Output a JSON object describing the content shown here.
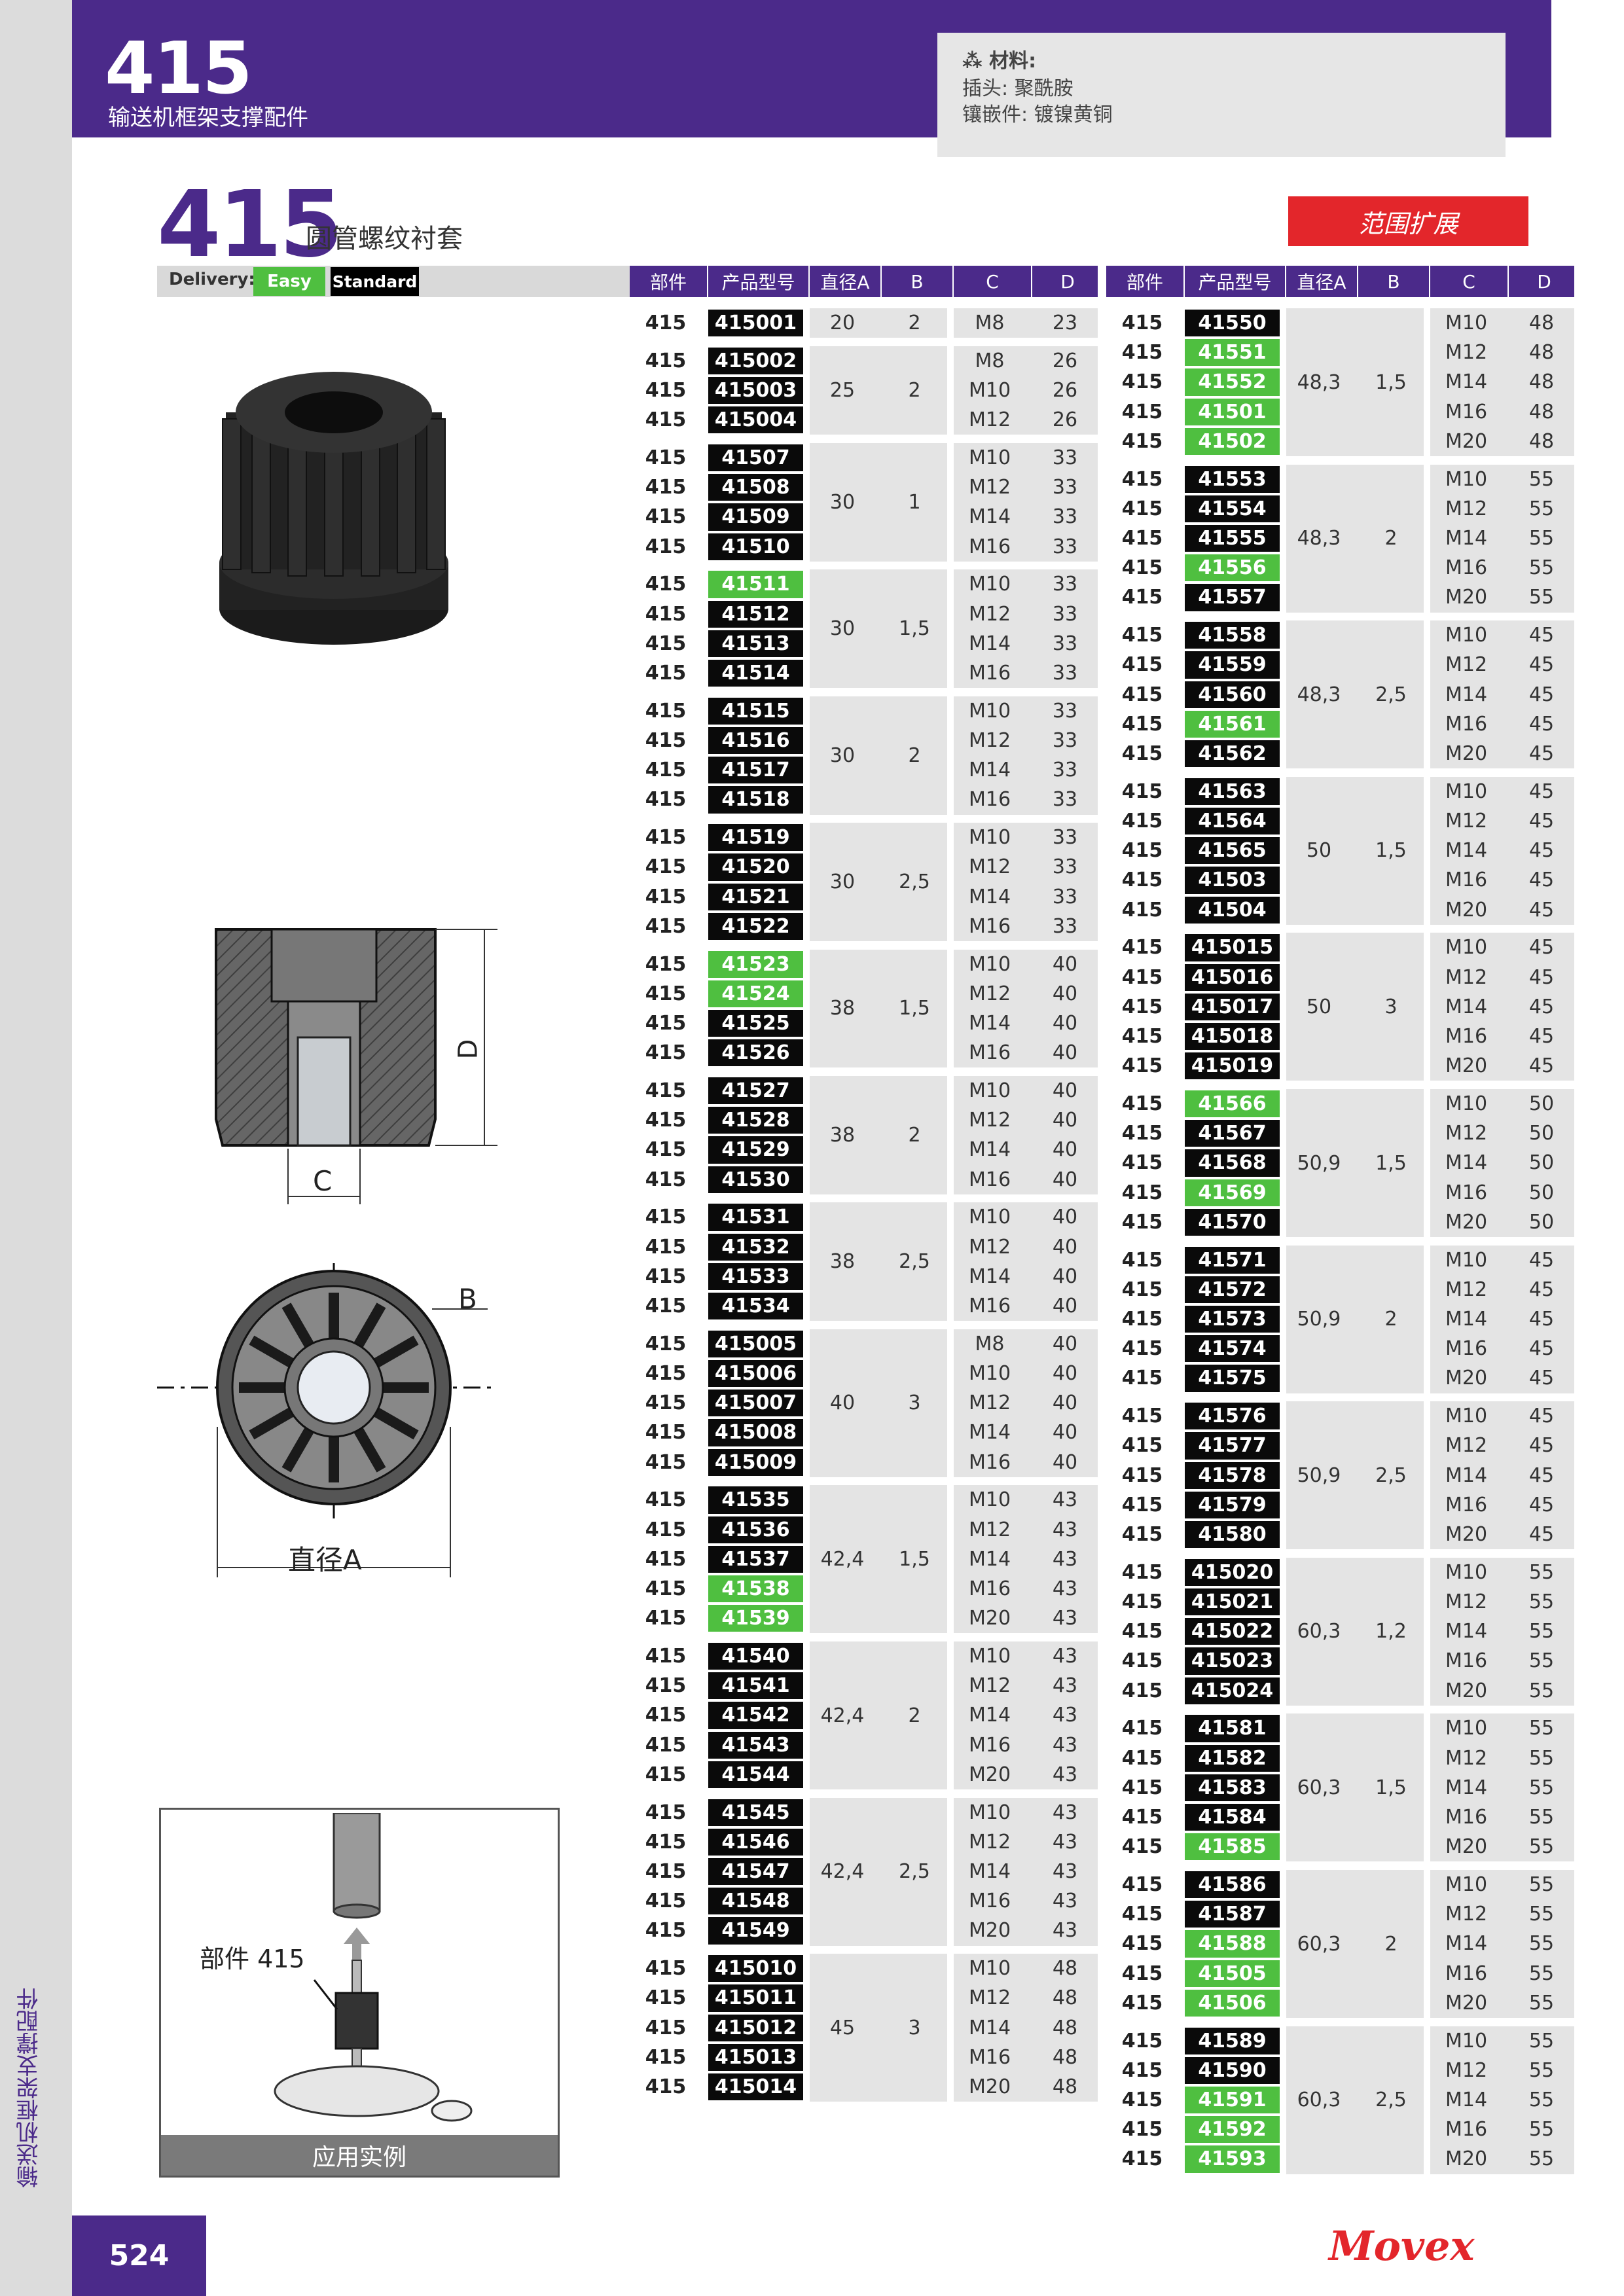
{
  "header": {
    "number": "415",
    "subtitle": "输送机框架支撑配件",
    "material_title": "材料:",
    "material_line1": "插头: 聚酰胺",
    "material_line2": "镶嵌件: 镀镍黄铜"
  },
  "product": {
    "number": "415",
    "name": "圆管螺纹衬套",
    "range_badge": "范围扩展"
  },
  "delivery": {
    "label": "Delivery:",
    "easy": "Easy",
    "standard": "Standard"
  },
  "table_headers": [
    "部件",
    "产品型号",
    "直径A",
    "B",
    "C",
    "D"
  ],
  "drawing_labels": {
    "c": "C",
    "d": "D",
    "b": "B",
    "diameter": "直径A",
    "application_part": "部件 415",
    "application_caption": "应用实例"
  },
  "side_label": "输送机框架支撑配件",
  "page_number": "524",
  "brand": "Movex",
  "colors": {
    "purple": "#4b2a8a",
    "red": "#e3262b",
    "green": "#4fbf40",
    "black": "#0a0a0a"
  },
  "left_table": [
    {
      "a": "20",
      "b": "2",
      "rows": [
        {
          "part": "415",
          "code": "415001",
          "color": "black",
          "c": "M8",
          "d": "23"
        }
      ]
    },
    {
      "a": "25",
      "b": "2",
      "rows": [
        {
          "part": "415",
          "code": "415002",
          "color": "black",
          "c": "M8",
          "d": "26"
        },
        {
          "part": "415",
          "code": "415003",
          "color": "black",
          "c": "M10",
          "d": "26"
        },
        {
          "part": "415",
          "code": "415004",
          "color": "black",
          "c": "M12",
          "d": "26"
        }
      ]
    },
    {
      "a": "30",
      "b": "1",
      "rows": [
        {
          "part": "415",
          "code": "41507",
          "color": "black",
          "c": "M10",
          "d": "33"
        },
        {
          "part": "415",
          "code": "41508",
          "color": "black",
          "c": "M12",
          "d": "33"
        },
        {
          "part": "415",
          "code": "41509",
          "color": "black",
          "c": "M14",
          "d": "33"
        },
        {
          "part": "415",
          "code": "41510",
          "color": "black",
          "c": "M16",
          "d": "33"
        }
      ]
    },
    {
      "a": "30",
      "b": "1,5",
      "rows": [
        {
          "part": "415",
          "code": "41511",
          "color": "green",
          "c": "M10",
          "d": "33"
        },
        {
          "part": "415",
          "code": "41512",
          "color": "black",
          "c": "M12",
          "d": "33"
        },
        {
          "part": "415",
          "code": "41513",
          "color": "black",
          "c": "M14",
          "d": "33"
        },
        {
          "part": "415",
          "code": "41514",
          "color": "black",
          "c": "M16",
          "d": "33"
        }
      ]
    },
    {
      "a": "30",
      "b": "2",
      "rows": [
        {
          "part": "415",
          "code": "41515",
          "color": "black",
          "c": "M10",
          "d": "33"
        },
        {
          "part": "415",
          "code": "41516",
          "color": "black",
          "c": "M12",
          "d": "33"
        },
        {
          "part": "415",
          "code": "41517",
          "color": "black",
          "c": "M14",
          "d": "33"
        },
        {
          "part": "415",
          "code": "41518",
          "color": "black",
          "c": "M16",
          "d": "33"
        }
      ]
    },
    {
      "a": "30",
      "b": "2,5",
      "rows": [
        {
          "part": "415",
          "code": "41519",
          "color": "black",
          "c": "M10",
          "d": "33"
        },
        {
          "part": "415",
          "code": "41520",
          "color": "black",
          "c": "M12",
          "d": "33"
        },
        {
          "part": "415",
          "code": "41521",
          "color": "black",
          "c": "M14",
          "d": "33"
        },
        {
          "part": "415",
          "code": "41522",
          "color": "black",
          "c": "M16",
          "d": "33"
        }
      ]
    },
    {
      "a": "38",
      "b": "1,5",
      "rows": [
        {
          "part": "415",
          "code": "41523",
          "color": "green",
          "c": "M10",
          "d": "40"
        },
        {
          "part": "415",
          "code": "41524",
          "color": "green",
          "c": "M12",
          "d": "40"
        },
        {
          "part": "415",
          "code": "41525",
          "color": "black",
          "c": "M14",
          "d": "40"
        },
        {
          "part": "415",
          "code": "41526",
          "color": "black",
          "c": "M16",
          "d": "40"
        }
      ]
    },
    {
      "a": "38",
      "b": "2",
      "rows": [
        {
          "part": "415",
          "code": "41527",
          "color": "black",
          "c": "M10",
          "d": "40"
        },
        {
          "part": "415",
          "code": "41528",
          "color": "black",
          "c": "M12",
          "d": "40"
        },
        {
          "part": "415",
          "code": "41529",
          "color": "black",
          "c": "M14",
          "d": "40"
        },
        {
          "part": "415",
          "code": "41530",
          "color": "black",
          "c": "M16",
          "d": "40"
        }
      ]
    },
    {
      "a": "38",
      "b": "2,5",
      "rows": [
        {
          "part": "415",
          "code": "41531",
          "color": "black",
          "c": "M10",
          "d": "40"
        },
        {
          "part": "415",
          "code": "41532",
          "color": "black",
          "c": "M12",
          "d": "40"
        },
        {
          "part": "415",
          "code": "41533",
          "color": "black",
          "c": "M14",
          "d": "40"
        },
        {
          "part": "415",
          "code": "41534",
          "color": "black",
          "c": "M16",
          "d": "40"
        }
      ]
    },
    {
      "a": "40",
      "b": "3",
      "rows": [
        {
          "part": "415",
          "code": "415005",
          "color": "black",
          "c": "M8",
          "d": "40"
        },
        {
          "part": "415",
          "code": "415006",
          "color": "black",
          "c": "M10",
          "d": "40"
        },
        {
          "part": "415",
          "code": "415007",
          "color": "black",
          "c": "M12",
          "d": "40"
        },
        {
          "part": "415",
          "code": "415008",
          "color": "black",
          "c": "M14",
          "d": "40"
        },
        {
          "part": "415",
          "code": "415009",
          "color": "black",
          "c": "M16",
          "d": "40"
        }
      ]
    },
    {
      "a": "42,4",
      "b": "1,5",
      "rows": [
        {
          "part": "415",
          "code": "41535",
          "color": "black",
          "c": "M10",
          "d": "43"
        },
        {
          "part": "415",
          "code": "41536",
          "color": "black",
          "c": "M12",
          "d": "43"
        },
        {
          "part": "415",
          "code": "41537",
          "color": "black",
          "c": "M14",
          "d": "43"
        },
        {
          "part": "415",
          "code": "41538",
          "color": "green",
          "c": "M16",
          "d": "43"
        },
        {
          "part": "415",
          "code": "41539",
          "color": "green",
          "c": "M20",
          "d": "43"
        }
      ]
    },
    {
      "a": "42,4",
      "b": "2",
      "rows": [
        {
          "part": "415",
          "code": "41540",
          "color": "black",
          "c": "M10",
          "d": "43"
        },
        {
          "part": "415",
          "code": "41541",
          "color": "black",
          "c": "M12",
          "d": "43"
        },
        {
          "part": "415",
          "code": "41542",
          "color": "black",
          "c": "M14",
          "d": "43"
        },
        {
          "part": "415",
          "code": "41543",
          "color": "black",
          "c": "M16",
          "d": "43"
        },
        {
          "part": "415",
          "code": "41544",
          "color": "black",
          "c": "M20",
          "d": "43"
        }
      ]
    },
    {
      "a": "42,4",
      "b": "2,5",
      "rows": [
        {
          "part": "415",
          "code": "41545",
          "color": "black",
          "c": "M10",
          "d": "43"
        },
        {
          "part": "415",
          "code": "41546",
          "color": "black",
          "c": "M12",
          "d": "43"
        },
        {
          "part": "415",
          "code": "41547",
          "color": "black",
          "c": "M14",
          "d": "43"
        },
        {
          "part": "415",
          "code": "41548",
          "color": "black",
          "c": "M16",
          "d": "43"
        },
        {
          "part": "415",
          "code": "41549",
          "color": "black",
          "c": "M20",
          "d": "43"
        }
      ]
    },
    {
      "a": "45",
      "b": "3",
      "rows": [
        {
          "part": "415",
          "code": "415010",
          "color": "black",
          "c": "M10",
          "d": "48"
        },
        {
          "part": "415",
          "code": "415011",
          "color": "black",
          "c": "M12",
          "d": "48"
        },
        {
          "part": "415",
          "code": "415012",
          "color": "black",
          "c": "M14",
          "d": "48"
        },
        {
          "part": "415",
          "code": "415013",
          "color": "black",
          "c": "M16",
          "d": "48"
        },
        {
          "part": "415",
          "code": "415014",
          "color": "black",
          "c": "M20",
          "d": "48"
        }
      ]
    }
  ],
  "right_table": [
    {
      "a": "48,3",
      "b": "1,5",
      "rows": [
        {
          "part": "415",
          "code": "41550",
          "color": "black",
          "c": "M10",
          "d": "48"
        },
        {
          "part": "415",
          "code": "41551",
          "color": "green",
          "c": "M12",
          "d": "48"
        },
        {
          "part": "415",
          "code": "41552",
          "color": "green",
          "c": "M14",
          "d": "48"
        },
        {
          "part": "415",
          "code": "41501",
          "color": "green",
          "c": "M16",
          "d": "48"
        },
        {
          "part": "415",
          "code": "41502",
          "color": "green",
          "c": "M20",
          "d": "48"
        }
      ]
    },
    {
      "a": "48,3",
      "b": "2",
      "rows": [
        {
          "part": "415",
          "code": "41553",
          "color": "black",
          "c": "M10",
          "d": "55"
        },
        {
          "part": "415",
          "code": "41554",
          "color": "black",
          "c": "M12",
          "d": "55"
        },
        {
          "part": "415",
          "code": "41555",
          "color": "black",
          "c": "M14",
          "d": "55"
        },
        {
          "part": "415",
          "code": "41556",
          "color": "green",
          "c": "M16",
          "d": "55"
        },
        {
          "part": "415",
          "code": "41557",
          "color": "black",
          "c": "M20",
          "d": "55"
        }
      ]
    },
    {
      "a": "48,3",
      "b": "2,5",
      "rows": [
        {
          "part": "415",
          "code": "41558",
          "color": "black",
          "c": "M10",
          "d": "45"
        },
        {
          "part": "415",
          "code": "41559",
          "color": "black",
          "c": "M12",
          "d": "45"
        },
        {
          "part": "415",
          "code": "41560",
          "color": "black",
          "c": "M14",
          "d": "45"
        },
        {
          "part": "415",
          "code": "41561",
          "color": "green",
          "c": "M16",
          "d": "45"
        },
        {
          "part": "415",
          "code": "41562",
          "color": "black",
          "c": "M20",
          "d": "45"
        }
      ]
    },
    {
      "a": "50",
      "b": "1,5",
      "rows": [
        {
          "part": "415",
          "code": "41563",
          "color": "black",
          "c": "M10",
          "d": "45"
        },
        {
          "part": "415",
          "code": "41564",
          "color": "black",
          "c": "M12",
          "d": "45"
        },
        {
          "part": "415",
          "code": "41565",
          "color": "black",
          "c": "M14",
          "d": "45"
        },
        {
          "part": "415",
          "code": "41503",
          "color": "black",
          "c": "M16",
          "d": "45"
        },
        {
          "part": "415",
          "code": "41504",
          "color": "black",
          "c": "M20",
          "d": "45"
        }
      ]
    },
    {
      "a": "50",
      "b": "3",
      "rows": [
        {
          "part": "415",
          "code": "415015",
          "color": "black",
          "c": "M10",
          "d": "45"
        },
        {
          "part": "415",
          "code": "415016",
          "color": "black",
          "c": "M12",
          "d": "45"
        },
        {
          "part": "415",
          "code": "415017",
          "color": "black",
          "c": "M14",
          "d": "45"
        },
        {
          "part": "415",
          "code": "415018",
          "color": "black",
          "c": "M16",
          "d": "45"
        },
        {
          "part": "415",
          "code": "415019",
          "color": "black",
          "c": "M20",
          "d": "45"
        }
      ]
    },
    {
      "a": "50,9",
      "b": "1,5",
      "rows": [
        {
          "part": "415",
          "code": "41566",
          "color": "green",
          "c": "M10",
          "d": "50"
        },
        {
          "part": "415",
          "code": "41567",
          "color": "black",
          "c": "M12",
          "d": "50"
        },
        {
          "part": "415",
          "code": "41568",
          "color": "black",
          "c": "M14",
          "d": "50"
        },
        {
          "part": "415",
          "code": "41569",
          "color": "green",
          "c": "M16",
          "d": "50"
        },
        {
          "part": "415",
          "code": "41570",
          "color": "black",
          "c": "M20",
          "d": "50"
        }
      ]
    },
    {
      "a": "50,9",
      "b": "2",
      "rows": [
        {
          "part": "415",
          "code": "41571",
          "color": "black",
          "c": "M10",
          "d": "45"
        },
        {
          "part": "415",
          "code": "41572",
          "color": "black",
          "c": "M12",
          "d": "45"
        },
        {
          "part": "415",
          "code": "41573",
          "color": "black",
          "c": "M14",
          "d": "45"
        },
        {
          "part": "415",
          "code": "41574",
          "color": "black",
          "c": "M16",
          "d": "45"
        },
        {
          "part": "415",
          "code": "41575",
          "color": "black",
          "c": "M20",
          "d": "45"
        }
      ]
    },
    {
      "a": "50,9",
      "b": "2,5",
      "rows": [
        {
          "part": "415",
          "code": "41576",
          "color": "black",
          "c": "M10",
          "d": "45"
        },
        {
          "part": "415",
          "code": "41577",
          "color": "black",
          "c": "M12",
          "d": "45"
        },
        {
          "part": "415",
          "code": "41578",
          "color": "black",
          "c": "M14",
          "d": "45"
        },
        {
          "part": "415",
          "code": "41579",
          "color": "black",
          "c": "M16",
          "d": "45"
        },
        {
          "part": "415",
          "code": "41580",
          "color": "black",
          "c": "M20",
          "d": "45"
        }
      ]
    },
    {
      "a": "60,3",
      "b": "1,2",
      "rows": [
        {
          "part": "415",
          "code": "415020",
          "color": "black",
          "c": "M10",
          "d": "55"
        },
        {
          "part": "415",
          "code": "415021",
          "color": "black",
          "c": "M12",
          "d": "55"
        },
        {
          "part": "415",
          "code": "415022",
          "color": "black",
          "c": "M14",
          "d": "55"
        },
        {
          "part": "415",
          "code": "415023",
          "color": "black",
          "c": "M16",
          "d": "55"
        },
        {
          "part": "415",
          "code": "415024",
          "color": "black",
          "c": "M20",
          "d": "55"
        }
      ]
    },
    {
      "a": "60,3",
      "b": "1,5",
      "rows": [
        {
          "part": "415",
          "code": "41581",
          "color": "black",
          "c": "M10",
          "d": "55"
        },
        {
          "part": "415",
          "code": "41582",
          "color": "black",
          "c": "M12",
          "d": "55"
        },
        {
          "part": "415",
          "code": "41583",
          "color": "black",
          "c": "M14",
          "d": "55"
        },
        {
          "part": "415",
          "code": "41584",
          "color": "black",
          "c": "M16",
          "d": "55"
        },
        {
          "part": "415",
          "code": "41585",
          "color": "green",
          "c": "M20",
          "d": "55"
        }
      ]
    },
    {
      "a": "60,3",
      "b": "2",
      "rows": [
        {
          "part": "415",
          "code": "41586",
          "color": "black",
          "c": "M10",
          "d": "55"
        },
        {
          "part": "415",
          "code": "41587",
          "color": "black",
          "c": "M12",
          "d": "55"
        },
        {
          "part": "415",
          "code": "41588",
          "color": "green",
          "c": "M14",
          "d": "55"
        },
        {
          "part": "415",
          "code": "41505",
          "color": "green",
          "c": "M16",
          "d": "55"
        },
        {
          "part": "415",
          "code": "41506",
          "color": "green",
          "c": "M20",
          "d": "55"
        }
      ]
    },
    {
      "a": "60,3",
      "b": "2,5",
      "rows": [
        {
          "part": "415",
          "code": "41589",
          "color": "black",
          "c": "M10",
          "d": "55"
        },
        {
          "part": "415",
          "code": "41590",
          "color": "black",
          "c": "M12",
          "d": "55"
        },
        {
          "part": "415",
          "code": "41591",
          "color": "green",
          "c": "M14",
          "d": "55"
        },
        {
          "part": "415",
          "code": "41592",
          "color": "green",
          "c": "M16",
          "d": "55"
        },
        {
          "part": "415",
          "code": "41593",
          "color": "green",
          "c": "M20",
          "d": "55"
        }
      ]
    }
  ]
}
